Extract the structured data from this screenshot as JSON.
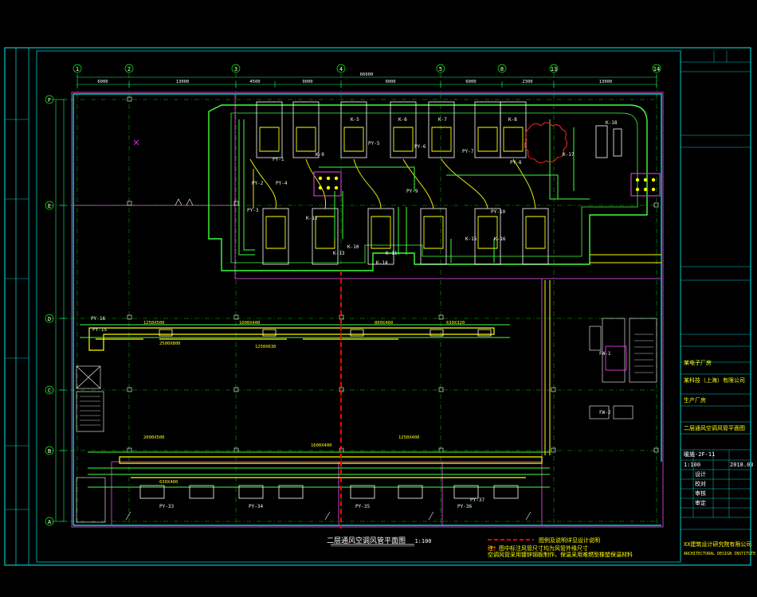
{
  "colors": {
    "background": "#000000",
    "frame": "#00c8c8",
    "wall": "#00ffff",
    "room": "#c040c0",
    "duct": "#40ff40",
    "duct_inner": "#ffff00",
    "dim": "#00ff80",
    "grid": "#00ff00",
    "section": "#ff0000",
    "text": "#ffffff"
  },
  "grid": {
    "top_axes": [
      "1",
      "2",
      "3",
      "4",
      "5",
      "8",
      "13",
      "14"
    ],
    "left_axes": [
      "F",
      "E",
      "D",
      "C",
      "B",
      "A"
    ]
  },
  "dimensions": {
    "top_segments": [
      "6000",
      "13000",
      "4500",
      "9000",
      "9000",
      "6000",
      "2300",
      "13000"
    ],
    "overall": "66600"
  },
  "equipment_tags": [
    "K-5",
    "K-6",
    "K-7",
    "K-8",
    "K-9",
    "K-10",
    "K-11",
    "K-12",
    "K-13",
    "K-14",
    "K-15",
    "K-16",
    "K-17",
    "K-18",
    "PY-1",
    "PY-2",
    "PY-3",
    "PY-4",
    "PY-5",
    "PY-6",
    "PY-7",
    "PY-8",
    "PY-9",
    "PY-10",
    "PY-15",
    "PY-16",
    "PY-33",
    "PY-34",
    "PY-35",
    "PY-36",
    "PY-37",
    "FW-1",
    "FW-2"
  ],
  "duct_sizes": [
    "1250X500",
    "1000X400",
    "800X400",
    "630X320",
    "2500X800",
    "1250X630",
    "2000X500",
    "1600X400",
    "1250X400",
    "630X400"
  ],
  "drawing": {
    "title": "二层通风空调风管平面图",
    "scale": "1:100",
    "legend_note": "图例及说明详见设计说明",
    "note_line_1": "注：图中标注风管尺寸均为风管外缘尺寸",
    "note_line_2": "空调风管采用镀锌钢板制作，保温采用难燃型橡塑保温材料"
  },
  "title_block": {
    "project": "某电子厂房",
    "client": "某科技（上海）有限公司",
    "building": "生产厂房",
    "sheet_title": "二层通风空调风管平面图",
    "drawing_no": "暖施-2F-11",
    "scale": "1:100",
    "designer": "设计",
    "checker": "校对",
    "reviewer": "审核",
    "approver": "审定",
    "company": "XX建筑设计研究院有限公司",
    "company_en": "ARCHITECTURAL DESIGN INSTITUTE CO.,LTD",
    "date": "2018.03"
  }
}
